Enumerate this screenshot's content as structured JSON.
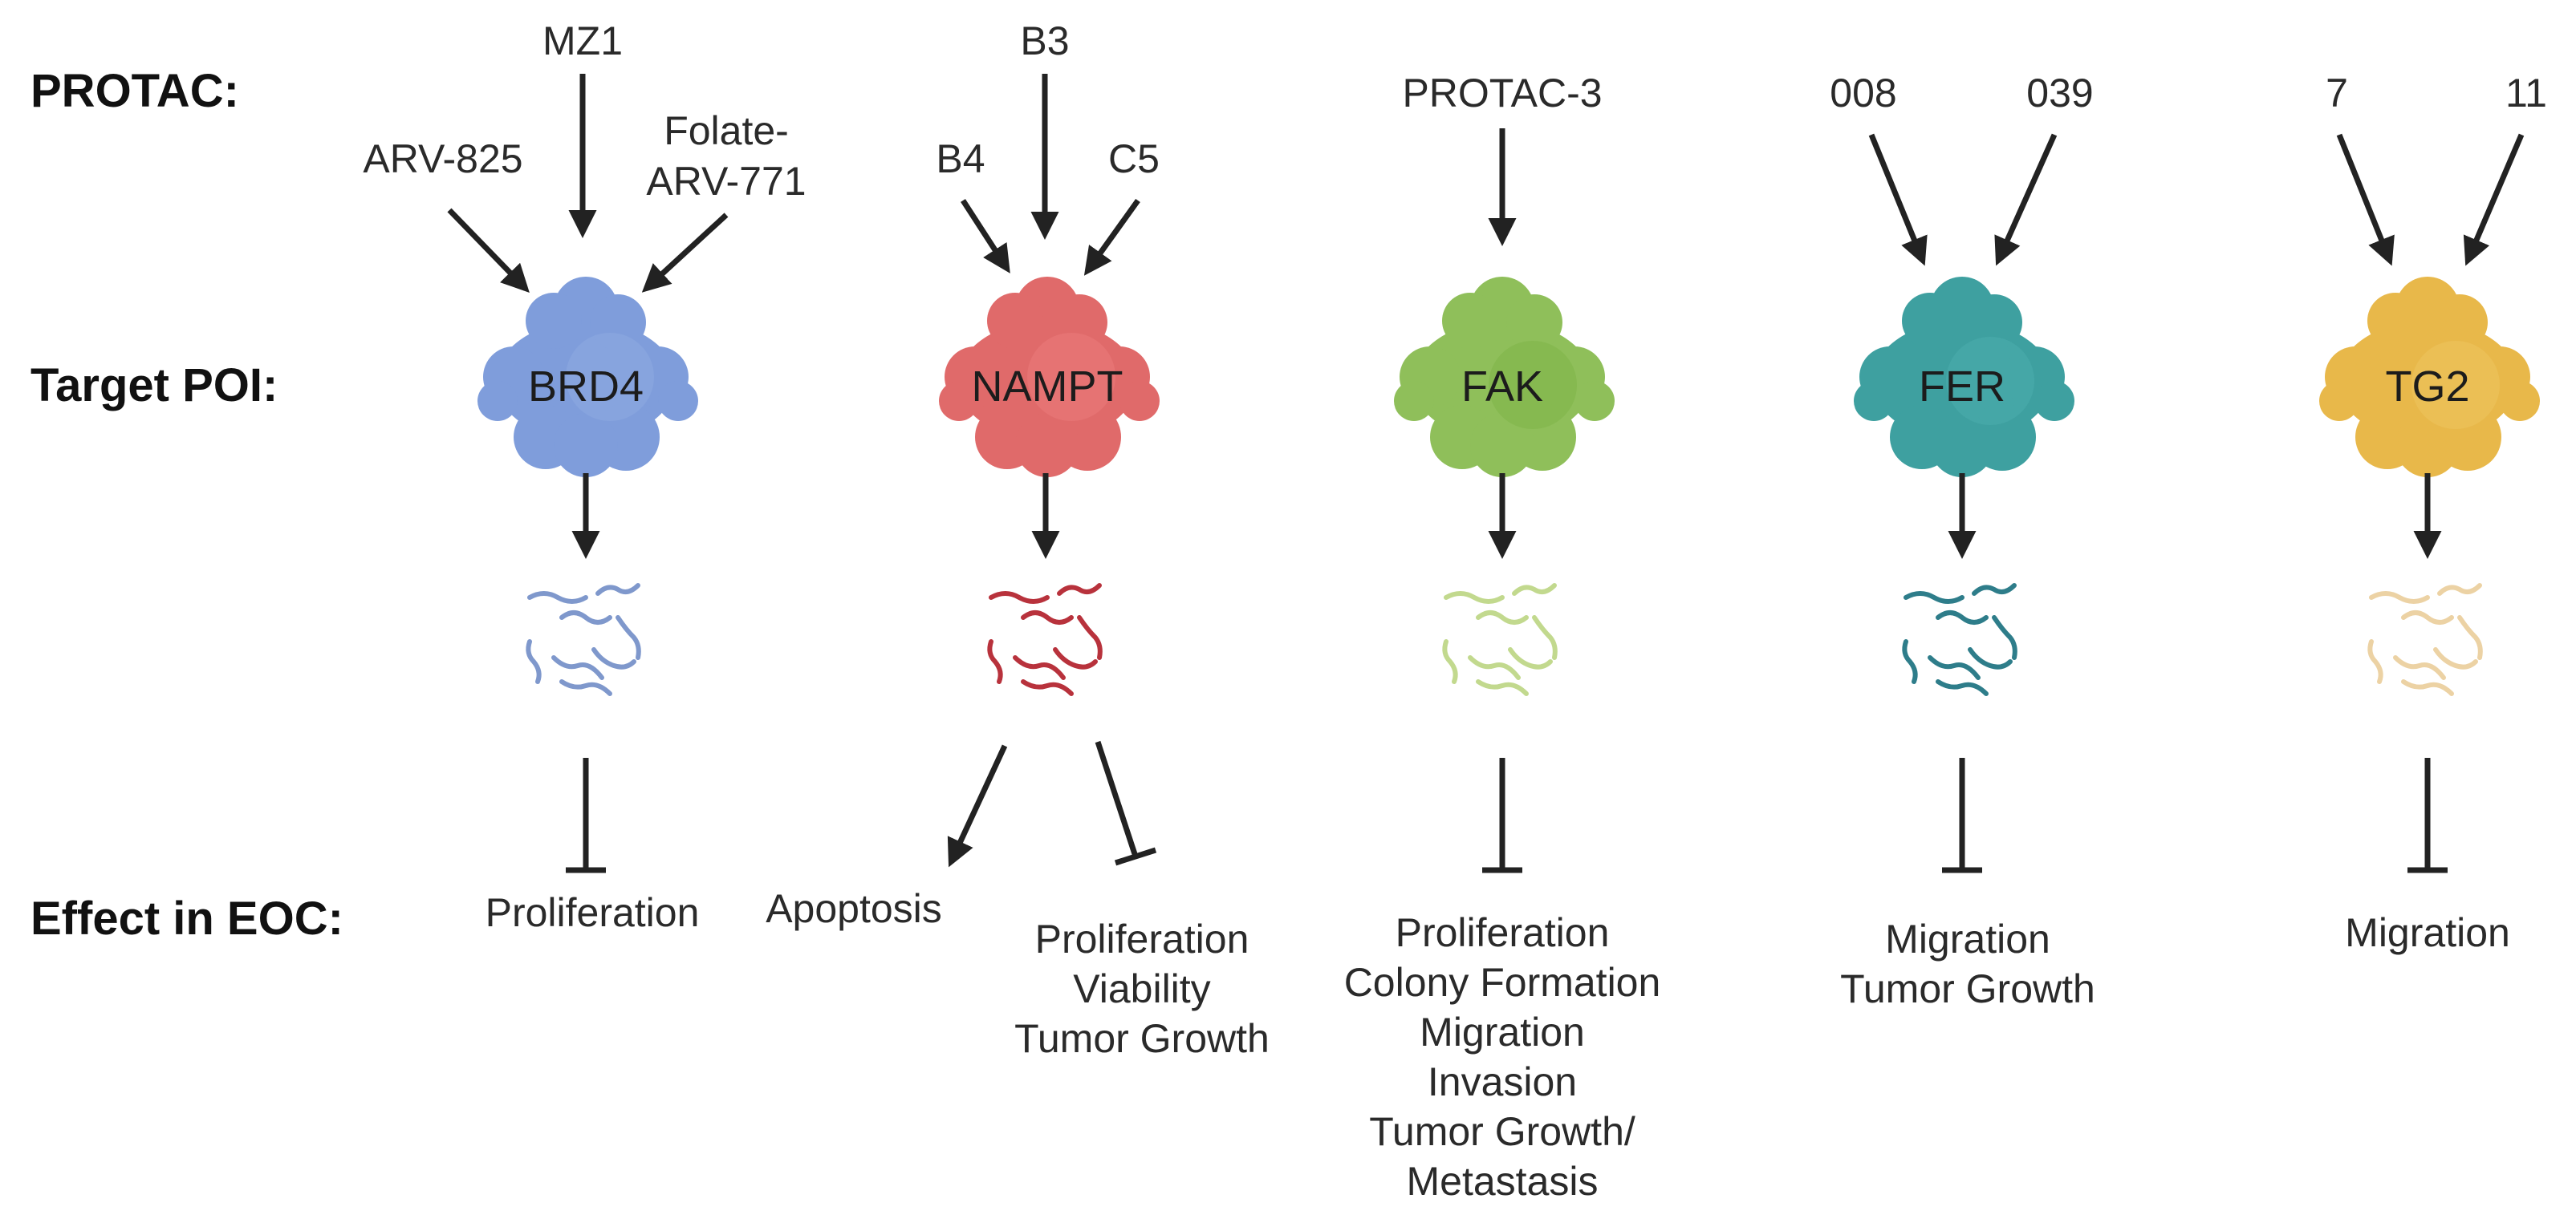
{
  "row_labels": {
    "protac": "PROTAC:",
    "target": "Target POI:",
    "effect": "Effect in EOC:"
  },
  "columns": [
    {
      "id": "brd4",
      "protein": "BRD4",
      "color": "#7f9ddb",
      "rna_color": "#7f98cc",
      "protacs": {
        "left": "ARV-825",
        "top": "MZ1",
        "right_line1": "Folate-",
        "right_line2": "ARV-771"
      },
      "effects": [
        {
          "kind": "inhibit",
          "lines": [
            "Proliferation"
          ]
        }
      ]
    },
    {
      "id": "nampt",
      "protein": "NAMPT",
      "color": "#e06a6a",
      "rna_color": "#b8323c",
      "protacs": {
        "left": "B4",
        "top": "B3",
        "right": "C5"
      },
      "effects": [
        {
          "kind": "activate",
          "lines": [
            "Apoptosis"
          ]
        },
        {
          "kind": "inhibit",
          "lines": [
            "Proliferation",
            "Viability",
            "Tumor Growth"
          ]
        }
      ]
    },
    {
      "id": "fak",
      "protein": "FAK",
      "color": "#8fbf5a",
      "rna_color": "#c2d98e",
      "protacs": {
        "top": "PROTAC-3"
      },
      "effects": [
        {
          "kind": "inhibit",
          "lines": [
            "Proliferation",
            "Colony Formation",
            "Migration",
            "Invasion",
            "Tumor Growth/",
            "Metastasis"
          ]
        }
      ]
    },
    {
      "id": "fer",
      "protein": "FER",
      "color": "#3ea0a0",
      "rna_color": "#2e7d8a",
      "protacs": {
        "left": "008",
        "right": "039"
      },
      "effects": [
        {
          "kind": "inhibit",
          "lines": [
            "Migration",
            "Tumor Growth"
          ]
        }
      ]
    },
    {
      "id": "tg2",
      "protein": "TG2",
      "color": "#e8b84a",
      "rna_color": "#ecd2a4",
      "protacs": {
        "left": "7",
        "right": "11"
      },
      "effects": [
        {
          "kind": "inhibit",
          "lines": [
            "Migration"
          ]
        }
      ]
    }
  ]
}
